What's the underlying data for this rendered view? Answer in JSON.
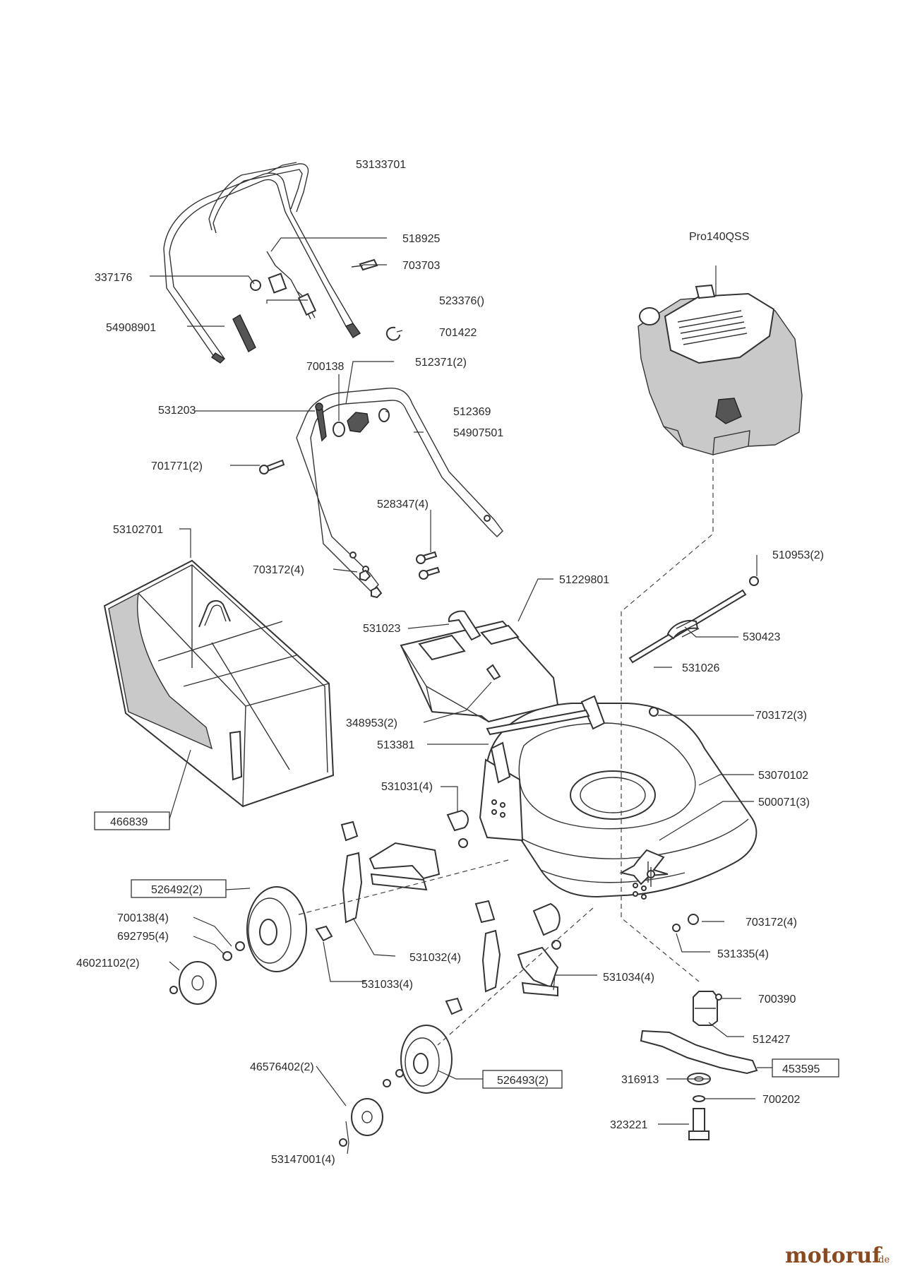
{
  "parts": {
    "p53133701": "53133701",
    "p518925": "518925",
    "p703703": "703703",
    "p337176": "337176",
    "p523376": "523376()",
    "p54908901": "54908901",
    "p701422": "701422",
    "p700138": "700138",
    "p512371": "512371(2)",
    "p531203": "531203",
    "p512369": "512369",
    "p54907501": "54907501",
    "p701771": "701771(2)",
    "p528347": "528347(4)",
    "p53102701": "53102701",
    "p703172_4a": "703172(4)",
    "p51229801": "51229801",
    "p510953": "510953(2)",
    "p531023": "531023",
    "p530423": "530423",
    "p531026": "531026",
    "p348953": "348953(2)",
    "p703172_3": "703172(3)",
    "p513381": "513381",
    "p53070102": "53070102",
    "p531031": "531031(4)",
    "p500071": "500071(3)",
    "p466839": "466839",
    "p526492": "526492(2)",
    "p700138_4": "700138(4)",
    "p692795": "692795(4)",
    "p46021102": "46021102(2)",
    "p531032": "531032(4)",
    "p703172_4b": "703172(4)",
    "p531335": "531335(4)",
    "p531033": "531033(4)",
    "p531034": "531034(4)",
    "p700390": "700390",
    "p512427": "512427",
    "p46576402": "46576402(2)",
    "p526493": "526493(2)",
    "p316913": "316913",
    "p453595": "453595",
    "p700202": "700202",
    "p323221": "323221",
    "p53147001": "53147001(4)",
    "engine": "Pro140QSS"
  },
  "watermark": {
    "brand": "motoruf",
    "tld": ".de"
  }
}
